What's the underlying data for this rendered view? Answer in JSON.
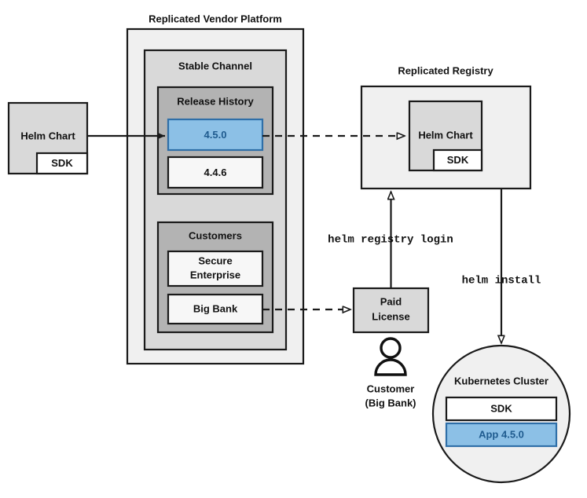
{
  "diagram": {
    "title_vendor_platform": "Replicated Vendor Platform",
    "title_registry": "Replicated Registry",
    "source_chart": {
      "label": "Helm Chart",
      "sdk_label": "SDK"
    },
    "stable_channel": {
      "label": "Stable Channel",
      "release_history": {
        "label": "Release History",
        "releases": [
          {
            "version": "4.5.0",
            "highlighted": true
          },
          {
            "version": "4.4.6",
            "highlighted": false
          }
        ]
      },
      "customers": {
        "label": "Customers",
        "entries": [
          {
            "name": "Secure\nEnterprise",
            "line1": "Secure",
            "line2": "Enterprise"
          },
          {
            "name": "Big Bank",
            "line1": "Big Bank",
            "line2": ""
          }
        ]
      }
    },
    "registry": {
      "chart_label": "Helm Chart",
      "sdk_label": "SDK"
    },
    "license": {
      "line1": "Paid",
      "line2": "License"
    },
    "customer_actor": {
      "icon": "person-icon",
      "line1": "Customer",
      "line2": "(Big Bank)"
    },
    "cluster": {
      "label": "Kubernetes Cluster",
      "components": [
        {
          "label": "SDK",
          "highlighted": false
        },
        {
          "label": "App 4.5.0",
          "highlighted": true
        }
      ]
    },
    "commands": [
      {
        "id": "registry-login",
        "text": "helm registry login"
      },
      {
        "id": "install",
        "text": "helm install"
      }
    ],
    "colors": {
      "accent_blue_fill": "#8cc0e6",
      "accent_blue_stroke": "#2f6fa8",
      "accent_blue_text": "#1f5b8f",
      "outer_gray": "#f0f0f0",
      "mid_gray": "#d9d9d9",
      "inner_gray": "#b3b3b3",
      "stroke": "#1a1a1a"
    }
  }
}
